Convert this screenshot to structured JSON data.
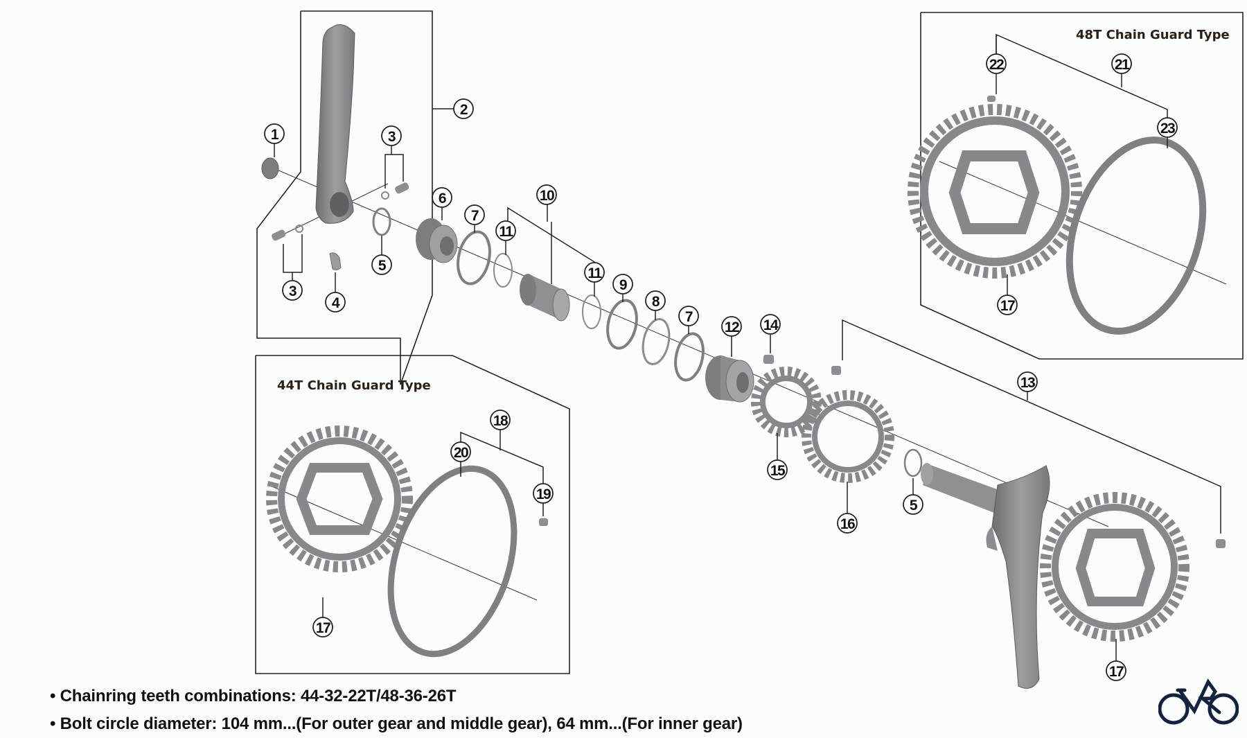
{
  "diagram": {
    "group_titles": {
      "chain_guard_44t": "44T Chain Guard Type",
      "chain_guard_48t": "48T Chain Guard Type"
    },
    "callouts": {
      "c1": "1",
      "c2": "2",
      "c3a": "3",
      "c3b": "3",
      "c4": "4",
      "c5a": "5",
      "c5b": "5",
      "c6": "6",
      "c7a": "7",
      "c7b": "7",
      "c8": "8",
      "c9": "9",
      "c10": "10",
      "c11a": "11",
      "c11b": "11",
      "c12": "12",
      "c13": "13",
      "c14": "14",
      "c15": "15",
      "c16": "16",
      "c17a": "17",
      "c17b": "17",
      "c17c": "17",
      "c18": "18",
      "c19": "19",
      "c20": "20",
      "c21": "21",
      "c22": "22",
      "c23": "23"
    },
    "colors": {
      "part_fill": "#8a8c8e",
      "part_dark": "#6d6f72",
      "line": "#222222",
      "logo": "#13223d"
    }
  },
  "notes": [
    "• Chainring teeth combinations: 44-32-22T/48-36-26T",
    "• Bolt circle diameter: 104 mm...(For outer gear and middle gear), 64 mm...(For inner gear)"
  ],
  "logo": {
    "icon": "bicycle-logo-icon"
  }
}
